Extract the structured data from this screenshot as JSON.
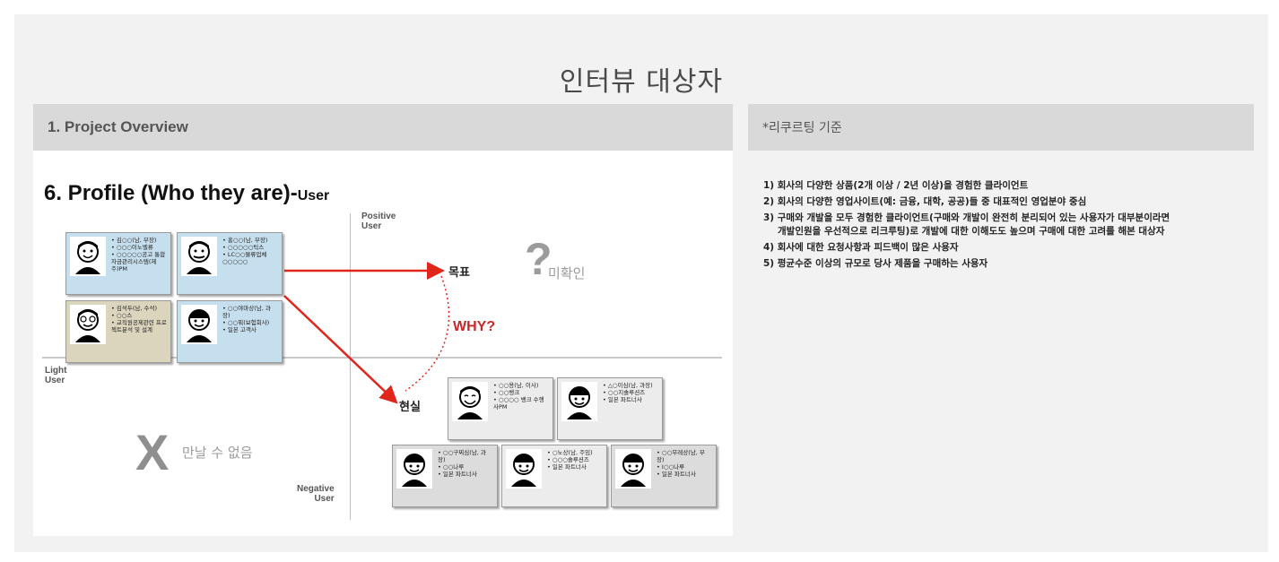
{
  "page_title": "인터뷰 대상자",
  "left_panel": {
    "header": "1. Project Overview",
    "profile_title": "6. Profile (Who they are)-",
    "profile_title_suffix": "User",
    "axis": {
      "positive": "Positive\nUser",
      "negative": "Negative\nUser",
      "light": "Light\nUser"
    },
    "goal_label": "목표",
    "reality_label": "현실",
    "why_label": "WHY?",
    "unknown_mark": "?",
    "unknown_label": "미확인",
    "x_mark": "X",
    "x_label": "만날 수 없음",
    "cards": [
      {
        "items": [
          "김○○(남, 부장)",
          "○○○이노벨류",
          "○○○○○공고 통합자금관리시스템(제주)PM"
        ]
      },
      {
        "items": [
          "홍○○(남, 부장)",
          "○○○○○틱스",
          "LC○○물류업체 ○○○○○"
        ]
      },
      {
        "items": [
          "김석두(남, 수석)",
          "○○스",
          "교직원공제관련 프로젝트분석 및 설계"
        ]
      },
      {
        "items": [
          "○○야마상(남, 과장)",
          "○○뭐(보험회사)",
          "일본 고객사"
        ]
      },
      {
        "items": [
          "○○용(남, 이사)",
          "○○뱅크",
          "○○○○ 뱅크 수행사PM"
        ]
      },
      {
        "items": [
          "△○이심(남, 과장)",
          "○○지솔루션즈",
          "일본 파트너사"
        ]
      },
      {
        "items": [
          "○○구찌심(남, 과장)",
          "○○나루",
          "일본 파트너사"
        ]
      },
      {
        "items": [
          "○노상(남, 주임)",
          "○○○솔루션즈",
          "일본 파트너사"
        ]
      },
      {
        "items": [
          "○○무레상(남, 부장)",
          "I○○나루",
          "일본 파트너사"
        ]
      }
    ]
  },
  "right_panel": {
    "header": "*리쿠르팅 기준",
    "criteria": [
      "1) 회사의 다양한 상품(2개 이상 / 2년 이상)을 경험한 클라이언트",
      "2) 회사의 다양한 영업사이트(예: 금융, 대학, 공공)들 중 대표적인 영업분야 중심",
      "3) 구매와 개발을 모두 경험한 클라이언트(구매와 개발이 완전히 분리되어 있는 사용자가 대부분이라면",
      "개발인원을 우선적으로 리크루팅)로 개발에 대한 이해도도 높으며 구매에 대한 고려를 해본 대상자",
      "4) 회사에 대한 요청사항과 피드백이 많은 사용자",
      "5) 평균수준 이상의 규모로 당사 제품을 구매하는 사용자"
    ]
  },
  "colors": {
    "arrow": "#e0251b",
    "why": "#c62828",
    "card_blue": "#c6dfee",
    "card_tan": "#dbd5bd",
    "header_gray": "#d9d9d9"
  }
}
